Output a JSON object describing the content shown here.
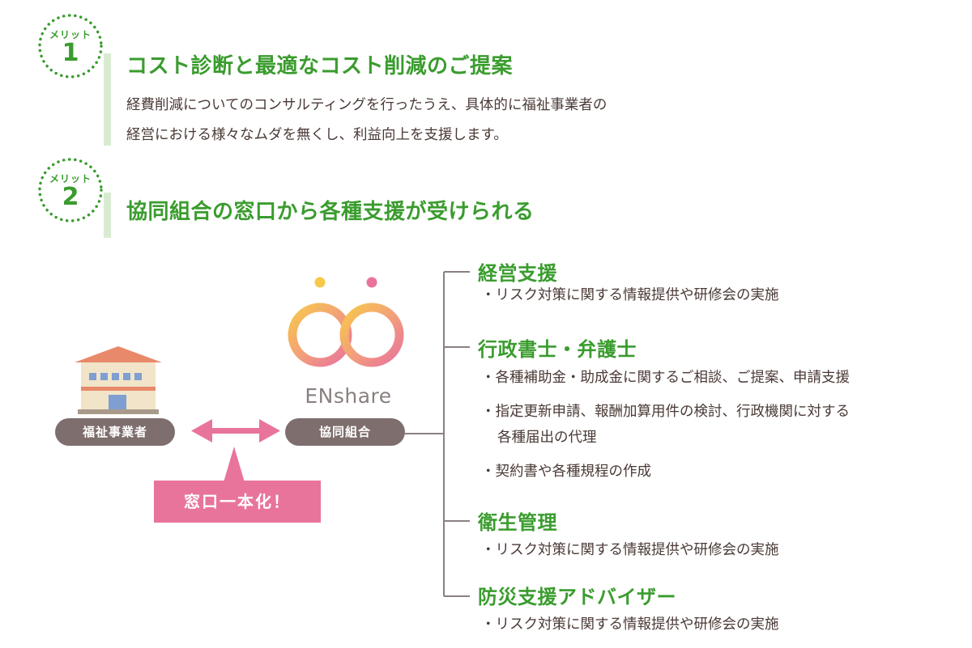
{
  "merit1": {
    "label": "メリット",
    "number": "1",
    "title": "コスト診断と最適なコスト削減のご提案",
    "lines": [
      "経費削減についてのコンサルティングを行ったうえ、具体的に福祉事業者の",
      "経営における様々なムダを無くし、利益向上を支援します。"
    ]
  },
  "merit2": {
    "label": "メリット",
    "number": "2",
    "title": "協同組合の窓口から各種支援が受けられる"
  },
  "diagram": {
    "left_label": "福祉事業者",
    "right_label": "協同組合",
    "logo_text": "ENshare",
    "callout": "窓口一本化！"
  },
  "services": [
    {
      "title": "経営支援",
      "items": [
        "・リスク対策に関する情報提供や研修会の実施"
      ]
    },
    {
      "title": "行政書士・弁護士",
      "items": [
        "・各種補助金・助成金に関するご相談、ご提案、申請支援",
        "・指定更新申請、報酬加算用件の検討、行政機関に対する",
        "各種届出の代理",
        "・契約書や各種規程の作成"
      ]
    },
    {
      "title": "衛生管理",
      "items": [
        "・リスク対策に関する情報提供や研修会の実施"
      ]
    },
    {
      "title": "防災支援アドバイザー",
      "items": [
        "・リスク対策に関する情報提供や研修会の実施"
      ]
    }
  ],
  "colors": {
    "green": "#3a9c2e",
    "pink": "#e8749c",
    "pill_gray": "#7e6e6e",
    "text_brown": "#4a3a36"
  }
}
